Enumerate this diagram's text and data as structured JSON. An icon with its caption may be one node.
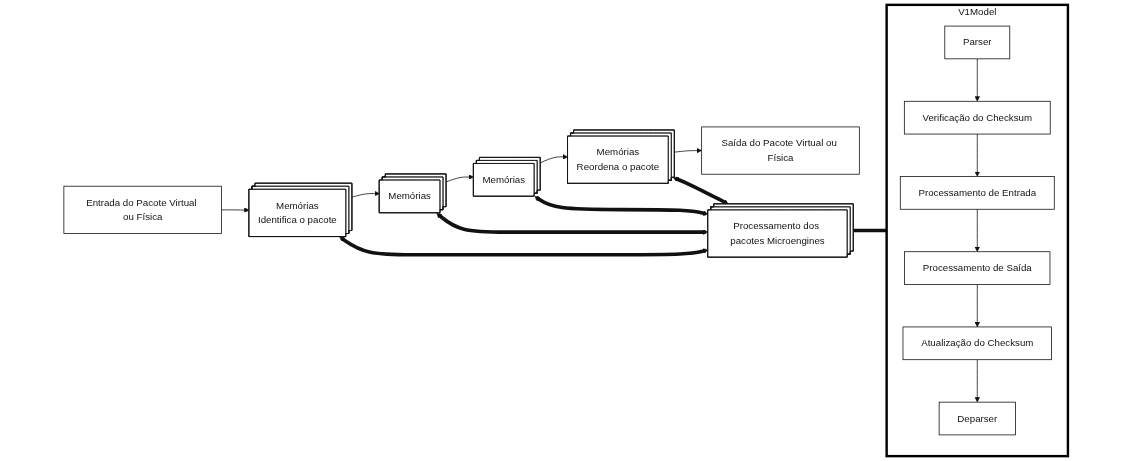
{
  "diagram": {
    "nodes": [
      {
        "text": [
          "Entrada do Pacote Virtual ou Física"
        ]
      },
      {
        "text": [
          "Memórias",
          "Identifica o pacote"
        ]
      },
      {
        "text": [
          "Memórias"
        ]
      },
      {
        "text": [
          "Memórias"
        ]
      },
      {
        "text": [
          "Memórias",
          "Reordena o pacote"
        ]
      },
      {
        "text": [
          "Saída do Pacote Virtual ou Física"
        ]
      },
      {
        "text": [
          "Processamento dos pacotes Microengines"
        ]
      },
      {
        "text": [
          "V1Model"
        ]
      },
      {
        "text": [
          "Parser"
        ],
        "in": 7
      },
      {
        "text": [
          "Verificação do Checksum"
        ],
        "in": 7
      },
      {
        "text": [
          "Processamento de Entrada"
        ],
        "in": 7
      },
      {
        "text": [
          "Processamento de Saída"
        ],
        "in": 7
      },
      {
        "text": [
          "Atualização do Checksum"
        ],
        "in": 7
      },
      {
        "text": [
          "Deparser"
        ],
        "in": 7
      }
    ],
    "edges": [
      {
        "from": 0,
        "to": 1,
        "arrow": "to"
      },
      {
        "from": 1,
        "to": 2,
        "arrow": "to"
      },
      {
        "from": 2,
        "to": 3,
        "arrow": "to"
      },
      {
        "from": 3,
        "to": 4,
        "arrow": "to"
      },
      {
        "from": 4,
        "to": 5,
        "arrow": "to"
      },
      {
        "from": 1,
        "to": 6,
        "arrow": "both",
        "style": "thick"
      },
      {
        "from": 2,
        "to": 6,
        "arrow": "both",
        "style": "thick"
      },
      {
        "from": 3,
        "to": 6,
        "arrow": "both",
        "style": "thick"
      },
      {
        "from": 4,
        "to": 6,
        "arrow": "both",
        "style": "thick"
      },
      {
        "from": 6,
        "to": 7,
        "arrow": "none",
        "style": "thick"
      },
      {
        "from": 8,
        "to": 9,
        "arrow": "to"
      },
      {
        "from": 9,
        "to": 10,
        "arrow": "to"
      },
      {
        "from": 10,
        "to": 11,
        "arrow": "to"
      },
      {
        "from": 11,
        "to": 12,
        "arrow": "to"
      },
      {
        "from": 12,
        "to": 13,
        "arrow": "to"
      }
    ]
  }
}
